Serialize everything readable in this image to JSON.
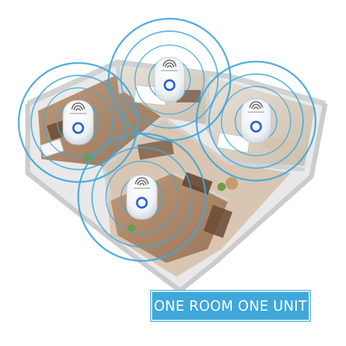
{
  "caption": {
    "text": "ONE ROOM ONE UNIT"
  },
  "colors": {
    "ring_blue": "#3fa7da",
    "banner_blue": "#3fa7da",
    "device_body": "#f4f7fa",
    "device_button": "#2e63c8",
    "wall_gray": "#d7d7d7",
    "floor_wood": "#a27b5a",
    "floor_tile": "#d8cfc3",
    "furniture_brown": "#6b4a35"
  },
  "devices": [
    {
      "room": "top",
      "icon": "ultrasonic-repeller-icon"
    },
    {
      "room": "left",
      "icon": "ultrasonic-repeller-icon"
    },
    {
      "room": "right",
      "icon": "ultrasonic-repeller-icon"
    },
    {
      "room": "bottom",
      "icon": "ultrasonic-repeller-icon"
    }
  ]
}
